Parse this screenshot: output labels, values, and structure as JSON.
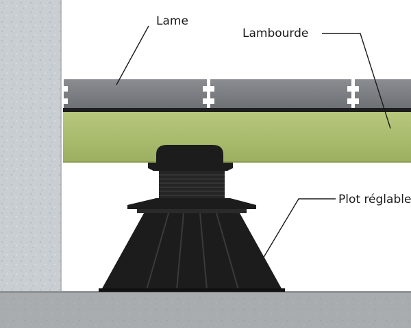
{
  "labels": {
    "board": "Lame",
    "joist": "Lambourde",
    "pedestal": "Plot réglable"
  },
  "colors": {
    "wall": "#c9ced2",
    "slab": "#a9acae",
    "board": "#7d8084",
    "joist": "#a9bb6e",
    "pedestal": "#1c1c1c",
    "background": "#ffffff"
  },
  "diagram_parts": [
    "wall",
    "concrete-slab",
    "deck-boards",
    "joist",
    "adjustable-pedestal"
  ]
}
